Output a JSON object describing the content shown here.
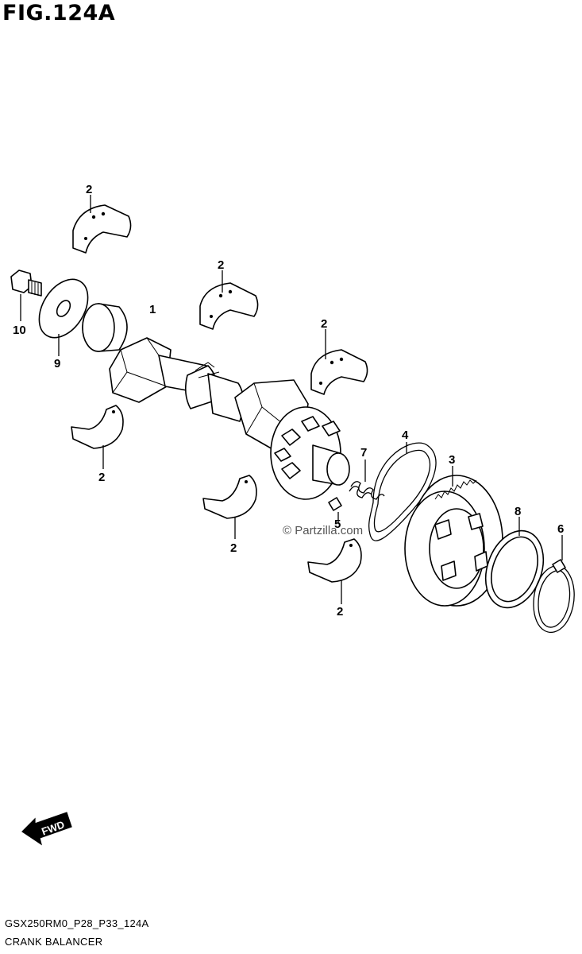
{
  "figure": {
    "title": "FIG.124A",
    "code": "GSX250RM0_P28_P33_124A",
    "name": "CRANK BALANCER",
    "watermark": "© Partzilla.com",
    "direction_label": "FWD"
  },
  "callouts": [
    {
      "id": "c2a",
      "label": "2"
    },
    {
      "id": "c2b",
      "label": "2"
    },
    {
      "id": "c2c",
      "label": "2"
    },
    {
      "id": "c2d",
      "label": "2"
    },
    {
      "id": "c2e",
      "label": "2"
    },
    {
      "id": "c2f",
      "label": "2"
    },
    {
      "id": "c1",
      "label": "1"
    },
    {
      "id": "c10",
      "label": "10"
    },
    {
      "id": "c9",
      "label": "9"
    },
    {
      "id": "c4",
      "label": "4"
    },
    {
      "id": "c3",
      "label": "3"
    },
    {
      "id": "c7",
      "label": "7"
    },
    {
      "id": "c5",
      "label": "5"
    },
    {
      "id": "c8",
      "label": "8"
    },
    {
      "id": "c6",
      "label": "6"
    }
  ]
}
